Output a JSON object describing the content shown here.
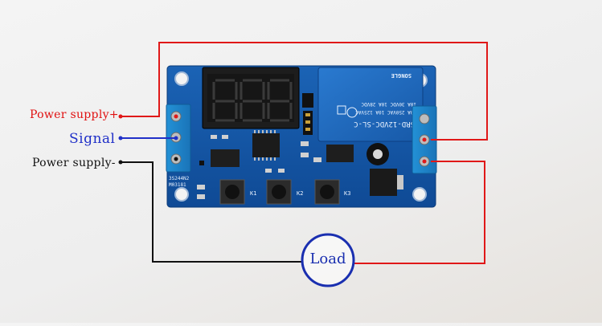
{
  "labels": {
    "power_plus": "Power supply+",
    "signal": "Signal",
    "power_minus": "Power supply-",
    "load": "Load"
  },
  "relay": {
    "model": "SRD-12VDC-SL-C",
    "rating_1": "10A 250VAC  10A 125VAC",
    "rating_2": "10A 30VDC  10A 28VDC",
    "brand": "SONGLE"
  },
  "buttons": [
    "K1",
    "K2",
    "K3"
  ],
  "board_marks": [
    "3S244N2",
    "M03181"
  ],
  "colors": {
    "pcb": "#1456a8",
    "terminal": "#1f84c6",
    "wire_positive": "#e01818",
    "wire_signal": "#2030c8",
    "wire_negative": "#111111",
    "load_circle": "#1a2fb0"
  }
}
